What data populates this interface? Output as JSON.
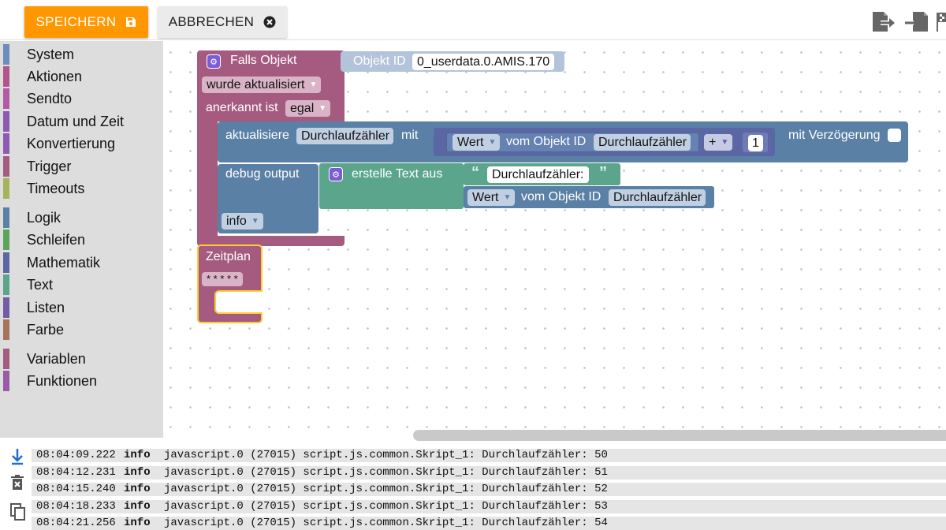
{
  "toolbar": {
    "save_label": "SPEICHERN",
    "cancel_label": "ABBRECHEN"
  },
  "toolbox": {
    "categories": [
      {
        "label": "System",
        "color": "#6b8cbd"
      },
      {
        "label": "Aktionen",
        "color": "#b3548a"
      },
      {
        "label": "Sendto",
        "color": "#b35aa6"
      },
      {
        "label": "Datum und Zeit",
        "color": "#8c5ab3"
      },
      {
        "label": "Konvertierung",
        "color": "#8d5ab3"
      },
      {
        "label": "Trigger",
        "color": "#a55b80"
      },
      {
        "label": "Timeouts",
        "color": "#a5b35a"
      },
      {
        "label": "Logik",
        "color": "#5b80a5"
      },
      {
        "label": "Schleifen",
        "color": "#5ba55b"
      },
      {
        "label": "Mathematik",
        "color": "#5b67a5"
      },
      {
        "label": "Text",
        "color": "#5ba58c"
      },
      {
        "label": "Listen",
        "color": "#745ba5"
      },
      {
        "label": "Farbe",
        "color": "#a5745b"
      },
      {
        "label": "Variablen",
        "color": "#a55b80"
      },
      {
        "label": "Funktionen",
        "color": "#995ba5"
      }
    ]
  },
  "blocks": {
    "trigger": {
      "label": "Falls Objekt",
      "mode": "wurde aktualisiert",
      "ack_label": "anerkannt ist",
      "ack_value": "egal"
    },
    "objid": {
      "label": "Objekt ID",
      "value": "0_userdata.0.AMIS.170"
    },
    "update": {
      "label": "aktualisiere",
      "target": "Durchlaufzähler",
      "with": "mit",
      "delay_label": "mit Verzögerung"
    },
    "getvalue": {
      "prop": "Wert",
      "from_label": "vom Objekt ID",
      "object": "Durchlaufzähler"
    },
    "math": {
      "op": "+",
      "num": "1"
    },
    "debug": {
      "label": "debug output",
      "level": "info"
    },
    "text": {
      "label": "erstelle Text aus",
      "quote_open": "“",
      "string": "Durchlaufzähler:",
      "quote_close": "”"
    },
    "getvalue2": {
      "prop": "Wert",
      "from_label": "vom Objekt ID",
      "object": "Durchlaufzähler"
    },
    "schedule": {
      "label": "Zeitplan",
      "cron": "* * * * *"
    }
  },
  "log": {
    "rows": [
      {
        "time": "08:04:09.222",
        "sev": "info",
        "msg": "javascript.0 (27015) script.js.common.Skript_1: Durchlaufzähler: 50"
      },
      {
        "time": "08:04:12.231",
        "sev": "info",
        "msg": "javascript.0 (27015) script.js.common.Skript_1: Durchlaufzähler: 51"
      },
      {
        "time": "08:04:15.240",
        "sev": "info",
        "msg": "javascript.0 (27015) script.js.common.Skript_1: Durchlaufzähler: 52"
      },
      {
        "time": "08:04:18.233",
        "sev": "info",
        "msg": "javascript.0 (27015) script.js.common.Skript_1: Durchlaufzähler: 53"
      },
      {
        "time": "08:04:21.256",
        "sev": "info",
        "msg": "javascript.0 (27015) script.js.common.Skript_1: Durchlaufzähler: 54"
      }
    ]
  }
}
